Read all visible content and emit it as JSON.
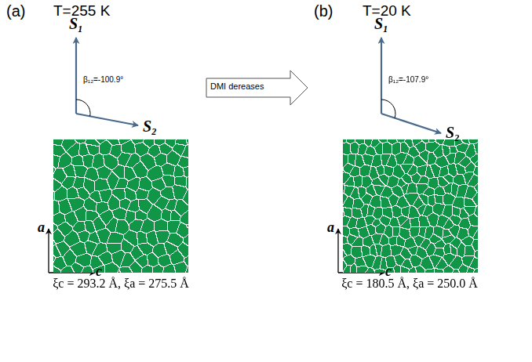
{
  "diagram": {
    "labels": [
      "(a)",
      "T=255 K",
      "S₁",
      "S₂",
      "β₁₂=-100.9°",
      "a",
      "c",
      "ξc = 293.2 Å, ξa = 275.5 Å",
      "DMI dereases",
      "(b)",
      "T=20 K",
      "S₁",
      "S₂",
      "β₁₂=-107.9°",
      "a",
      "c",
      "ξc = 180.5 Å, ξa = 250.0 Å"
    ]
  }
}
